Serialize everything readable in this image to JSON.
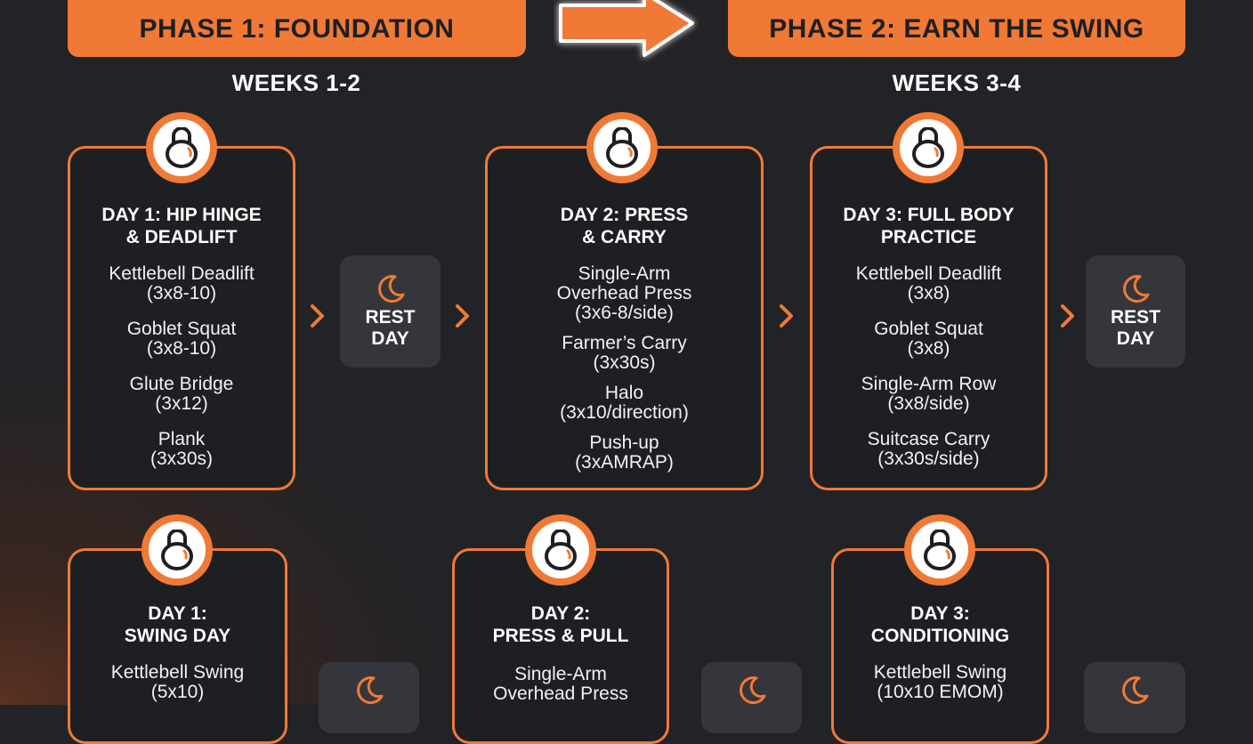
{
  "phase1": {
    "title": "PHASE 1: FOUNDATION",
    "weeks": "WEEKS 1-2"
  },
  "phase2": {
    "title": "PHASE 2: EARN THE SWING",
    "weeks": "WEEKS 3-4"
  },
  "colors": {
    "accent": "#f07a35",
    "background": "#222327",
    "card": "#1e1f23",
    "rest": "#35363b"
  },
  "icons": {
    "workout": "kettlebell-icon",
    "rest": "moon-icon",
    "next": "chevron-right-icon",
    "flow": "arrow-right-icon"
  },
  "rest_label": "REST\nDAY",
  "row1": {
    "day1": {
      "title": "DAY 1: HIP HINGE\n& DEADLIFT",
      "exercises": [
        {
          "l1": "Kettlebell Deadlift",
          "l2": "(3x8-10)"
        },
        {
          "l1": "Goblet Squat",
          "l2": "(3x8-10)"
        },
        {
          "l1": "Glute Bridge",
          "l2": "(3x12)"
        },
        {
          "l1": "Plank",
          "l2": "(3x30s)"
        }
      ]
    },
    "day2": {
      "title": "DAY 2: PRESS\n& CARRY",
      "exercises": [
        {
          "l1": "Single-Arm",
          "l2": "Overhead Press",
          "l3": "(3x6-8/side)"
        },
        {
          "l1": "Farmer’s Carry",
          "l2": "(3x30s)"
        },
        {
          "l1": "Halo",
          "l2": "(3x10/direction)"
        },
        {
          "l1": "Push-up",
          "l2": "(3xAMRAP)"
        }
      ]
    },
    "day3": {
      "title": "DAY 3: FULL BODY\nPRACTICE",
      "exercises": [
        {
          "l1": "Kettlebell Deadlift",
          "l2": "(3x8)"
        },
        {
          "l1": "Goblet Squat",
          "l2": "(3x8)"
        },
        {
          "l1": "Single-Arm Row",
          "l2": "(3x8/side)"
        },
        {
          "l1": "Suitcase Carry",
          "l2": "(3x30s/side)"
        }
      ]
    }
  },
  "row2": {
    "day1": {
      "title": "DAY 1:\nSWING DAY",
      "exercises": [
        {
          "l1": "Kettlebell Swing",
          "l2": "(5x10)"
        }
      ]
    },
    "day2": {
      "title": "DAY 2:\nPRESS & PULL",
      "exercises": [
        {
          "l1": "Single-Arm",
          "l2": "Overhead Press"
        }
      ]
    },
    "day3": {
      "title": "DAY 3:\nCONDITIONING",
      "exercises": [
        {
          "l1": "Kettlebell Swing",
          "l2": "(10x10 EMOM)"
        }
      ]
    }
  }
}
